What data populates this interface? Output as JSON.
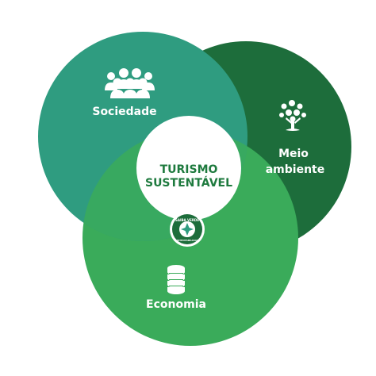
{
  "circles": [
    {
      "key": "sociedade",
      "label": "Sociedade",
      "color": "#2f9c80",
      "icon": "people-group-icon"
    },
    {
      "key": "meio_ambiente",
      "label_lines": [
        "Meio",
        "ambiente"
      ],
      "color": "#1d6d3b",
      "icon": "tree-icon"
    },
    {
      "key": "economia",
      "label": "Economia",
      "color": "#3aab5a",
      "icon": "coin-stack-icon"
    }
  ],
  "center": {
    "lines": [
      "TURISMO",
      "SUSTENTÁVEL"
    ],
    "color": "#1e7a3e"
  },
  "seal": {
    "text_top": "SAIBA VERDE",
    "text_bottom": "SUSTENTABILIDADE",
    "color": "#1d6d3b"
  },
  "colors": {
    "background": "#ffffff",
    "text_white": "#ffffff"
  }
}
